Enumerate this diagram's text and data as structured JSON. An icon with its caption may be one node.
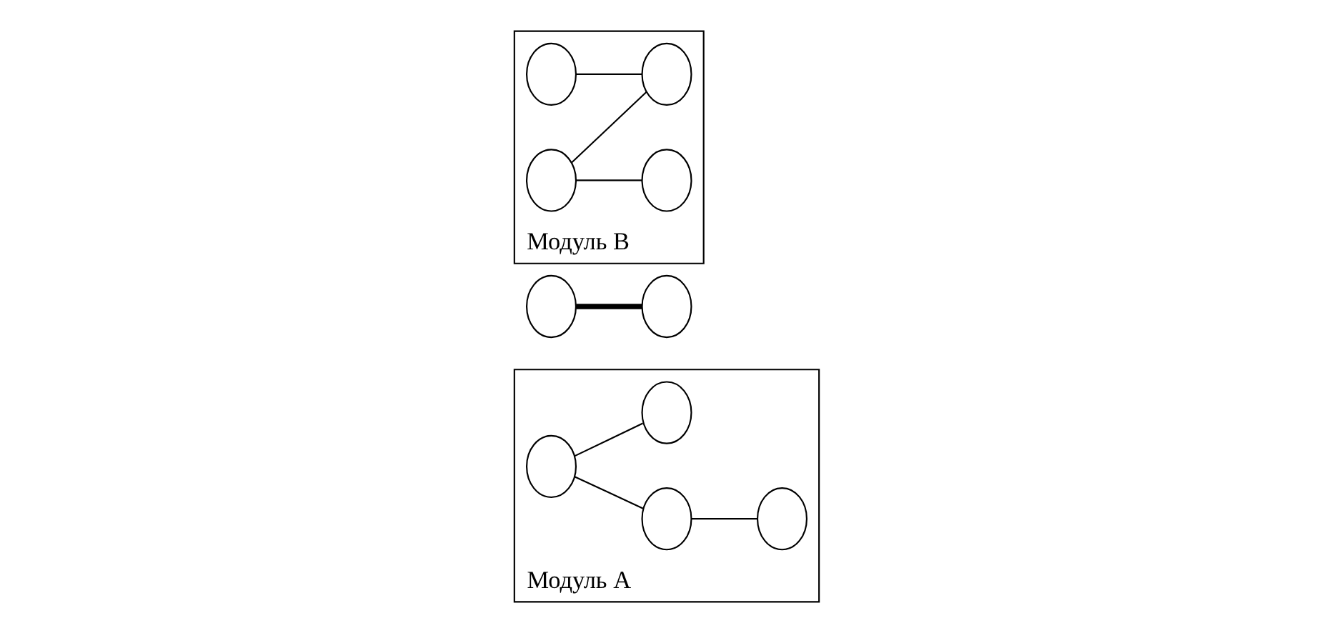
{
  "diagram": {
    "nodes": [
      {
        "text": [
          "Модуль А"
        ]
      },
      {
        "text": [],
        "shape": "circle",
        "in": 0
      },
      {
        "text": [],
        "shape": "circle",
        "in": 0
      },
      {
        "text": [],
        "shape": "circle",
        "in": 0
      },
      {
        "text": [],
        "shape": "circle",
        "in": 0
      },
      {
        "text": [],
        "shape": "circle"
      },
      {
        "text": [],
        "shape": "circle"
      },
      {
        "text": [
          "Модуль В"
        ]
      },
      {
        "text": [],
        "shape": "circle",
        "in": 7
      },
      {
        "text": [],
        "shape": "circle",
        "in": 7
      },
      {
        "text": [],
        "shape": "circle",
        "in": 7
      },
      {
        "text": [],
        "shape": "circle",
        "in": 7
      }
    ],
    "edges": [
      {
        "from": 1,
        "to": 2,
        "arrow": "none"
      },
      {
        "from": 1,
        "to": 4,
        "arrow": "none"
      },
      {
        "from": 2,
        "to": 3,
        "arrow": "none"
      },
      {
        "from": 5,
        "to": 6,
        "arrow": "none",
        "style": "thick"
      },
      {
        "from": 8,
        "to": 11,
        "arrow": "none"
      },
      {
        "from": 9,
        "to": 10,
        "arrow": "none"
      },
      {
        "from": 9,
        "to": 11,
        "arrow": "none"
      }
    ]
  }
}
